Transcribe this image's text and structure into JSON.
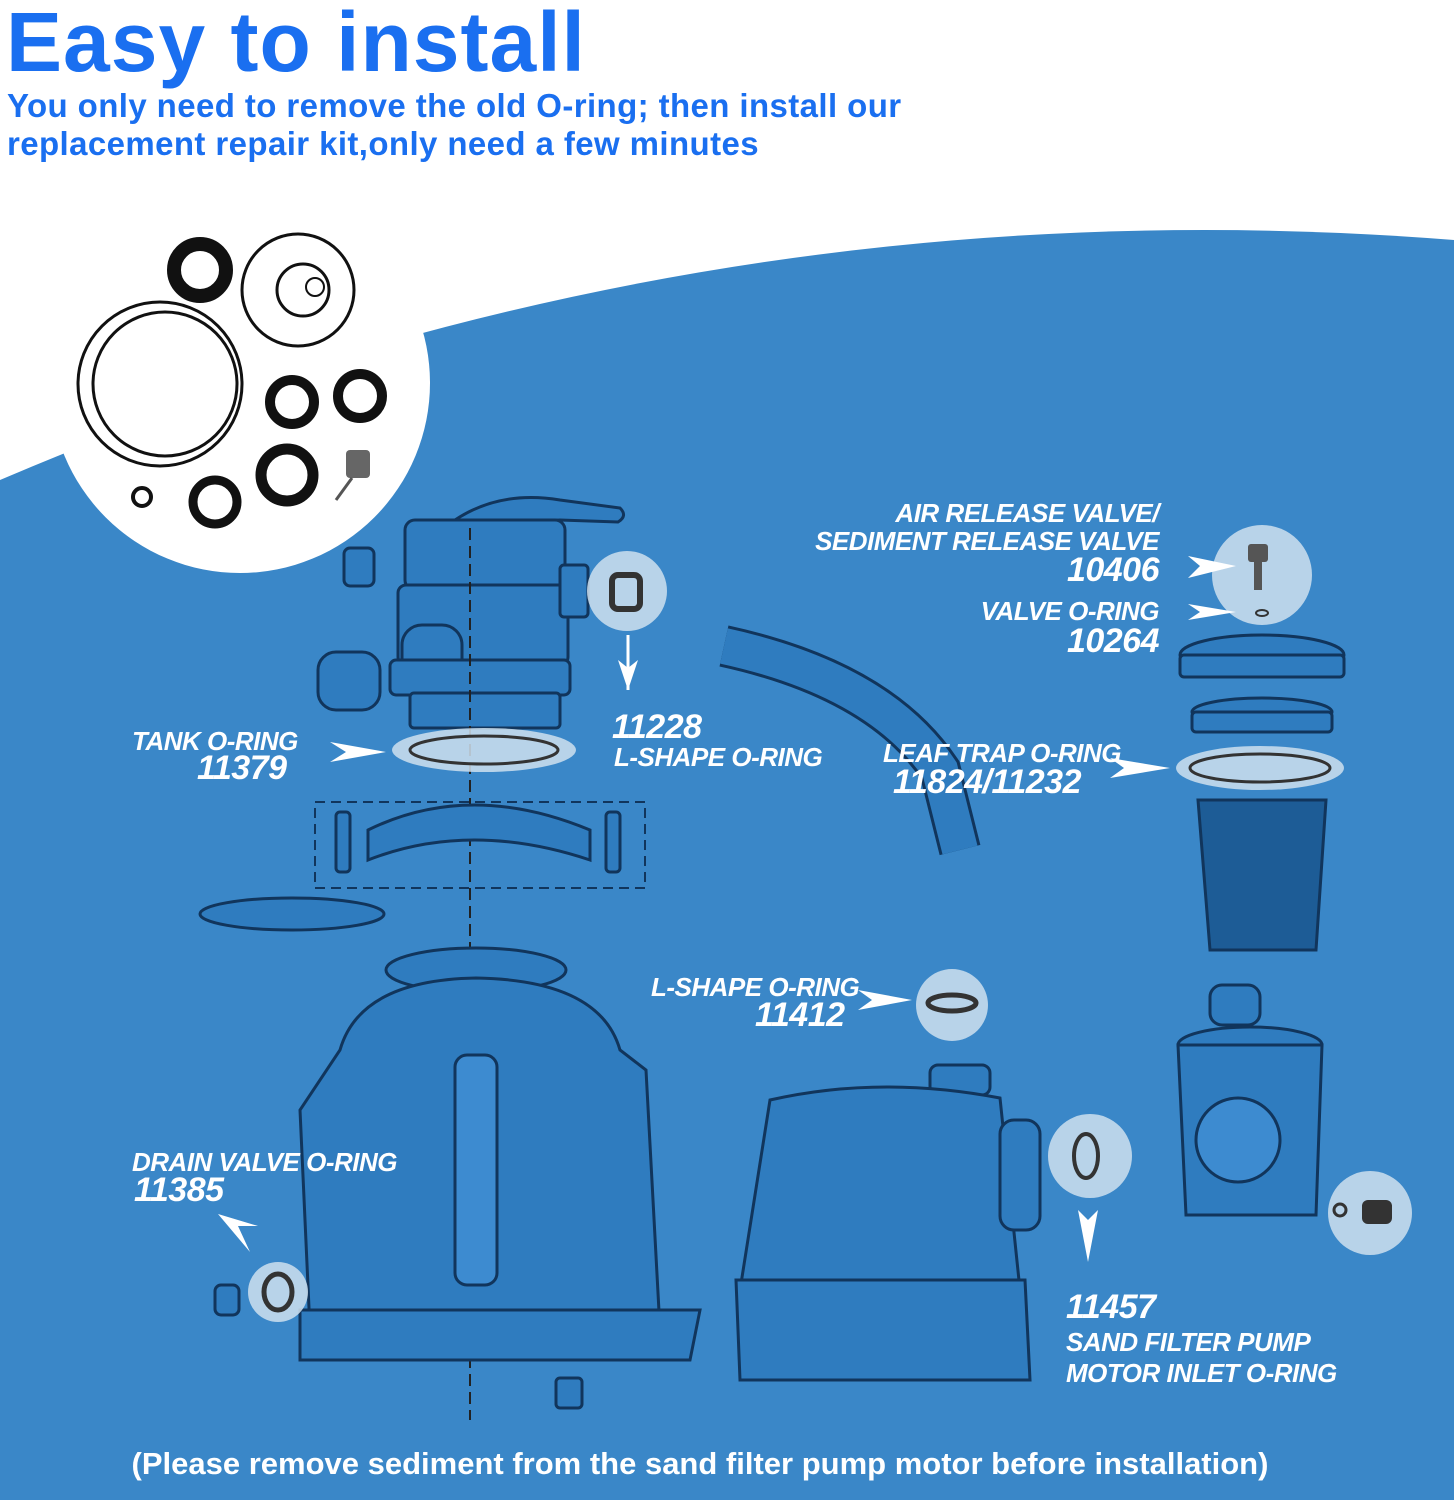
{
  "headline": "Easy to install",
  "subtitle": {
    "line1": "You only need to remove the old O-ring; then install our",
    "line2": "replacement repair kit,only need a few minutes"
  },
  "colors": {
    "accent_blue": "#1a6ff0",
    "panel_blue": "#3a87c8",
    "white": "#ffffff"
  },
  "parts": {
    "air_release": {
      "line1": "AIR RELEASE VALVE/",
      "line2": "SEDIMENT RELEASE VALVE",
      "number": "10406"
    },
    "valve_oring": {
      "name": "VALVE O-RING",
      "number": "10264"
    },
    "tank_oring": {
      "name": "TANK O-RING",
      "number": "11379"
    },
    "l_shape_top": {
      "number": "11228",
      "name": "L-SHAPE O-RING"
    },
    "leaf_trap": {
      "name": "LEAF TRAP O-RING",
      "number": "11824/11232"
    },
    "l_shape_mid": {
      "name": "L-SHAPE O-RING",
      "number": "11412"
    },
    "drain_valve": {
      "name": "DRAIN VALVE O-RING",
      "number": "11385"
    },
    "motor_inlet": {
      "number": "11457",
      "line1": "SAND FILTER PUMP",
      "line2": "MOTOR INLET O-RING"
    }
  },
  "footer_note": "(Please remove sediment from the sand filter pump motor before installation)"
}
